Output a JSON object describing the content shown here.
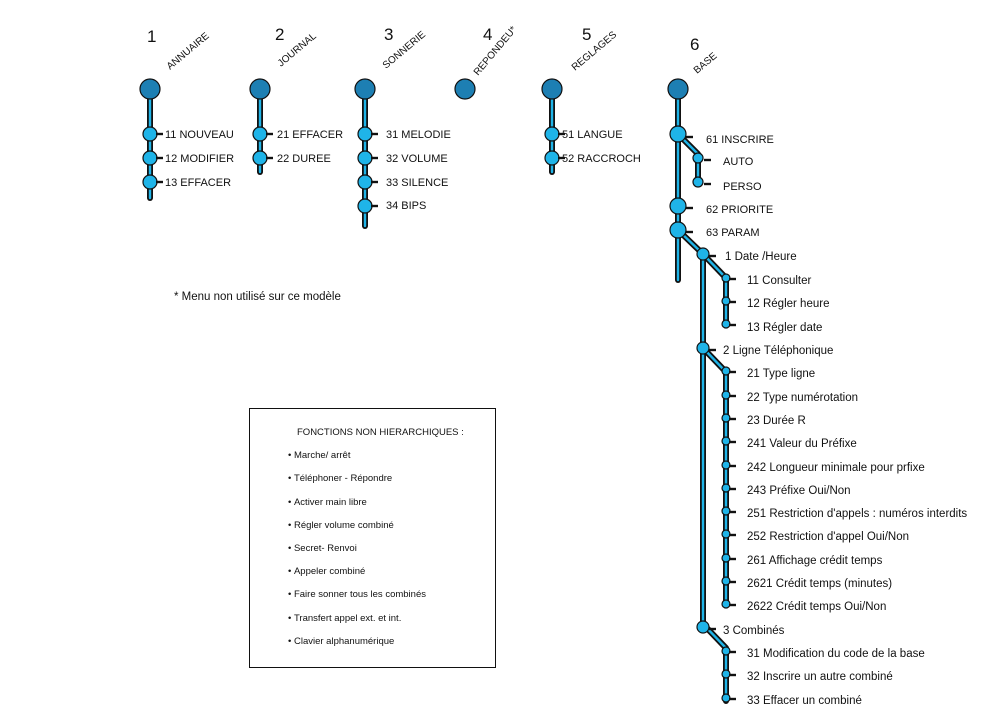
{
  "colors": {
    "node_fill": "#1fb4e8",
    "node_dark": "#1d7fb3",
    "line": "#111111"
  },
  "menus": [
    {
      "number": "1",
      "name": "ANNUAIRE",
      "items": [
        "11 NOUVEAU",
        "12 MODIFIER",
        "13 EFFACER"
      ]
    },
    {
      "number": "2",
      "name": "JOURNAL",
      "items": [
        "21 EFFACER",
        "22 DUREE"
      ]
    },
    {
      "number": "3",
      "name": "SONNERIE",
      "items": [
        "31 MELODIE",
        "32 VOLUME",
        "33 SILENCE",
        "34 BIPS"
      ]
    },
    {
      "number": "4",
      "name": "REPONDEU*",
      "items": []
    },
    {
      "number": "5",
      "name": "REGLAGES",
      "items": [
        "51 LANGUE",
        "52 RACCROCH"
      ]
    },
    {
      "number": "6",
      "name": "BASE",
      "items": []
    }
  ],
  "base": {
    "inscrire": "61 INSCRIRE",
    "auto": "AUTO",
    "perso": "PERSO",
    "priorite": "62 PRIORITE",
    "param": "63 PARAM",
    "date_heure": "1 Date /Heure",
    "date_items": [
      "11 Consulter",
      "12 Régler heure",
      "13 Régler date"
    ],
    "ligne": "2 Ligne Téléphonique",
    "ligne_items": [
      "21 Type ligne",
      "22 Type numérotation",
      "23 Durée R",
      "241 Valeur du Préfixe",
      "242 Longueur minimale pour prfixe",
      "243 Préfixe Oui/Non",
      "251 Restriction d'appels : numéros interdits",
      "252 Restriction d'appel Oui/Non",
      "261 Affichage crédit temps",
      "2621 Crédit temps (minutes)",
      "2622 Crédit temps Oui/Non"
    ],
    "combines": "3 Combinés",
    "combines_items": [
      "31 Modification du code de la base",
      "32 Inscrire un autre combiné",
      "33 Effacer un combiné"
    ]
  },
  "footnote": "* Menu non utilisé sur ce modèle",
  "functions_box": {
    "title": "FONCTIONS NON HIERARCHIQUES :",
    "items": [
      "Marche/ arrêt",
      "Téléphoner - Répondre",
      "Activer main libre",
      "Régler volume combiné",
      "Secret- Renvoi",
      "Appeler combiné",
      "Faire sonner tous les combinés",
      "Transfert appel ext. et int.",
      "Clavier alphanumérique"
    ]
  }
}
